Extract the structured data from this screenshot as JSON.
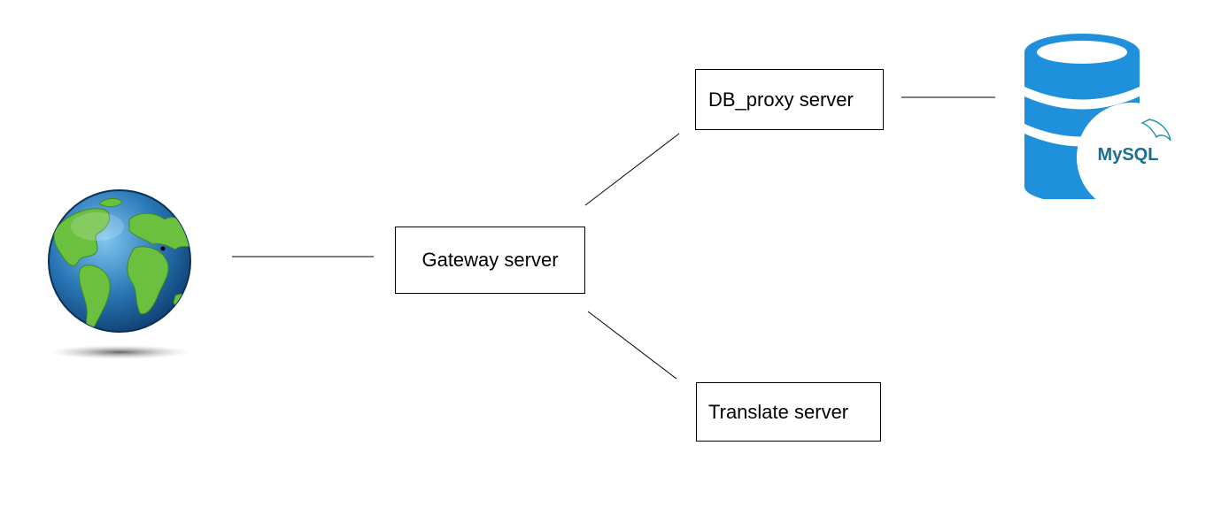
{
  "diagram": {
    "nodes": {
      "gateway": "Gateway server",
      "db_proxy": "DB_proxy server",
      "translate": "Translate server"
    },
    "icons": {
      "internet": "globe-icon",
      "database": "mysql-database-icon",
      "database_logo_text": "MySQL"
    },
    "colors": {
      "database_blue": "#1e90dc",
      "globe_ocean": "#2a78b8",
      "globe_land": "#6cc040"
    },
    "edges": [
      [
        "internet",
        "gateway"
      ],
      [
        "gateway",
        "db_proxy"
      ],
      [
        "gateway",
        "translate"
      ],
      [
        "db_proxy",
        "database"
      ]
    ]
  }
}
